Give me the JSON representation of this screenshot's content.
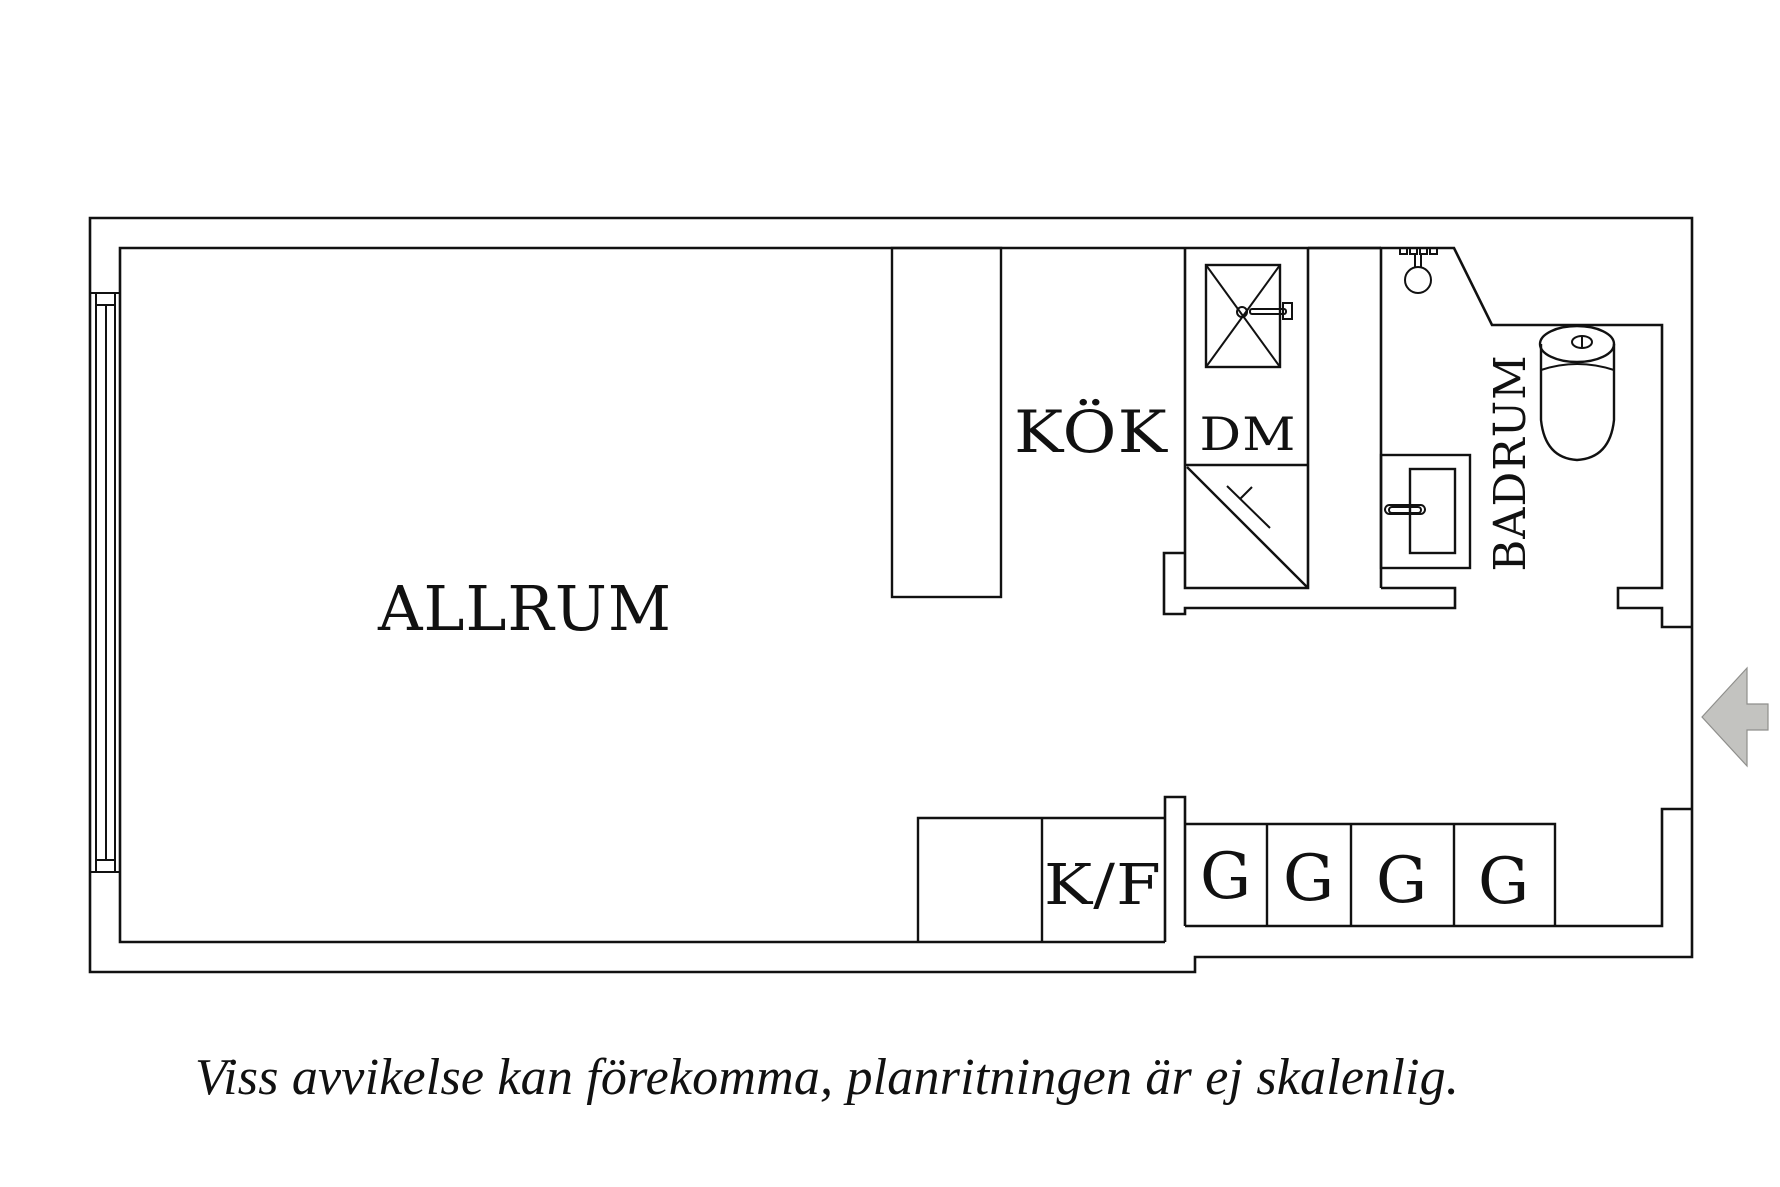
{
  "plan": {
    "rooms": {
      "allrum": "ALLRUM",
      "kok": "KÖK",
      "dm": "DM",
      "badrum": "BADRUM",
      "kf": "K/F",
      "garderob": [
        "G",
        "G",
        "G",
        "G"
      ]
    },
    "entrance_arrow_color": "#c3c3c0",
    "line_color": "#111111"
  },
  "caption": "Viss avvikelse kan förekomma, planritningen är ej skalenlig."
}
